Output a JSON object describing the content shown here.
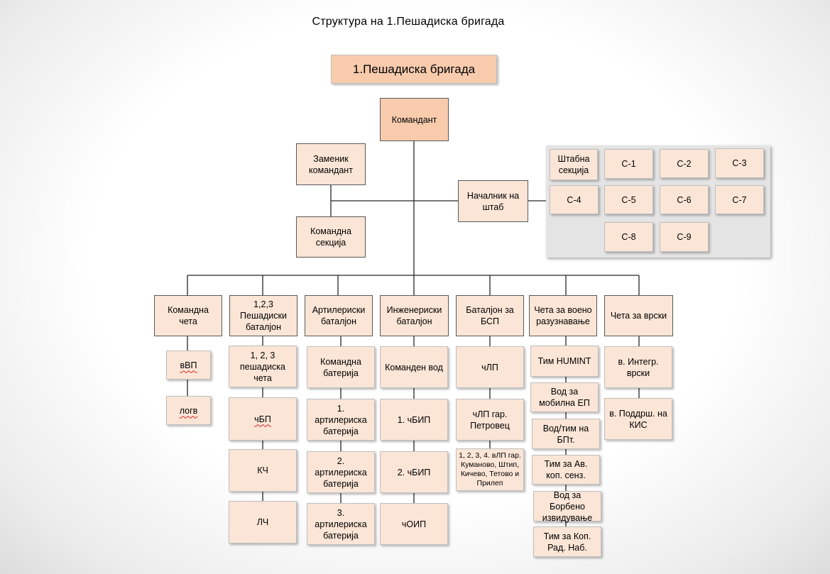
{
  "title": "Структура на 1.Пешадиска бригада",
  "top": "1.Пешадиска бригада",
  "commander": "Командант",
  "deputy": "Заменик командант",
  "command_section": "Командна секција",
  "chief_of_staff": "Началник на штаб",
  "staff": {
    "section": "Штабна секција",
    "c1": "С-1",
    "c2": "С-2",
    "c3": "С-3",
    "c4": "С-4",
    "c5": "С-5",
    "c6": "С-6",
    "c7": "С-7",
    "c8": "С-8",
    "c9": "С-9"
  },
  "units": {
    "command_company": "Командна чета",
    "infantry_battalions": "1,2,3 Пешадиски баталјон",
    "artillery_battalion": "Артилериски баталјон",
    "engineer_battalion": "Инженериски баталјон",
    "bsp_battalion": "Баталјон за БСП",
    "recon_company": "Чета за воено разузнавање",
    "signal_company": "Чета за врски"
  },
  "sub": {
    "cc1": "вВП",
    "cc2": "логв",
    "inf1": "1, 2, 3 пешадиска чета",
    "inf2": "чБП",
    "inf3": "КЧ",
    "inf4": "ЛЧ",
    "art1": "Командна батерија",
    "art2": "1. артилериска батерија",
    "art3": "2. артилериска батерија",
    "art4": "3. артилериска батерија",
    "eng1": "Команден вод",
    "eng2": "1. чБИП",
    "eng3": "2. чБИП",
    "eng4": "чОИП",
    "bsp1": "чЛП",
    "bsp2": "чЛП гар. Петровец",
    "bsp3": "1, 2, 3, 4. вЛП гар. Куманово, Штип, Кичево, Тетово и Прилеп",
    "rec1": "Тим HUMINT",
    "rec2": "Вод за мобилна ЕП",
    "rec3": "Вод/тим на БПт.",
    "rec4": "Тим за Ав. коп. сенз.",
    "rec5": "Вод за Борбено извидување",
    "rec6": "Тим за Коп. Рад. Наб.",
    "sig1": "в. Интегр. врски",
    "sig2": "в. Поддрш. на КИС"
  }
}
